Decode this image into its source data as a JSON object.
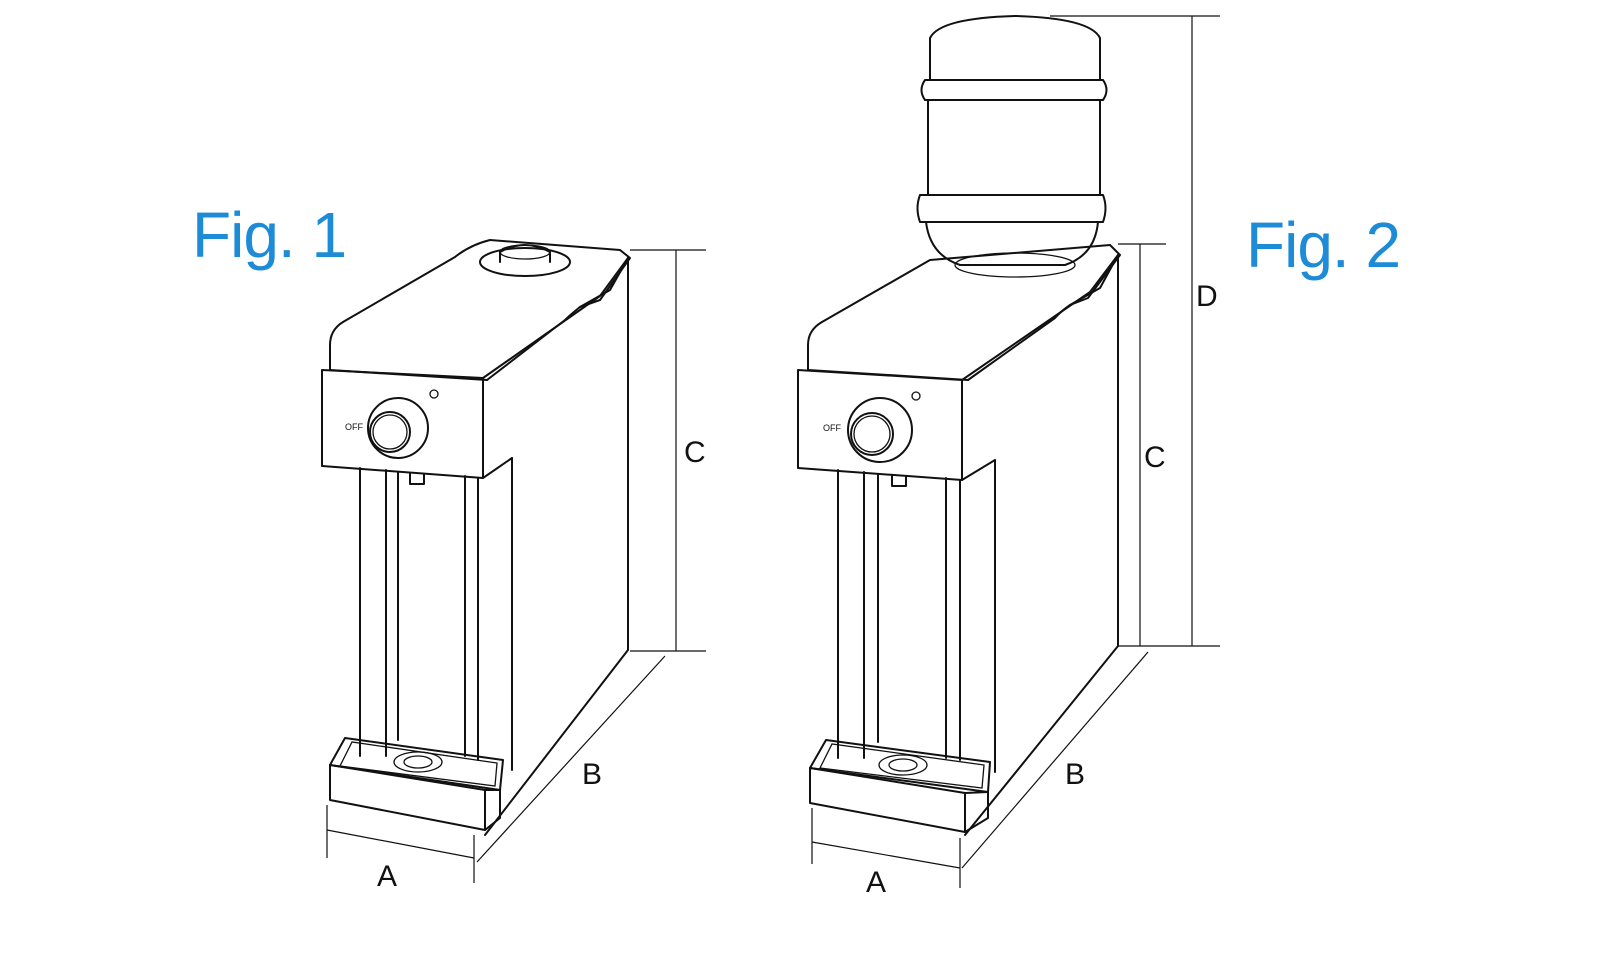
{
  "figures": [
    {
      "title": "Fig. 1",
      "dimensions": {
        "a": "A",
        "b": "B",
        "c": "C"
      },
      "knob_label": "OFF"
    },
    {
      "title": "Fig. 2",
      "dimensions": {
        "a": "A",
        "b": "B",
        "c": "C",
        "d": "D"
      },
      "knob_label": "OFF"
    }
  ],
  "icons": [
    "water-dispenser-drawing",
    "water-bottle-drawing",
    "drip-tray-icon",
    "control-knob-icon"
  ],
  "colors": {
    "title": "#1e8bd6",
    "line": "#111111",
    "background": "#ffffff"
  }
}
